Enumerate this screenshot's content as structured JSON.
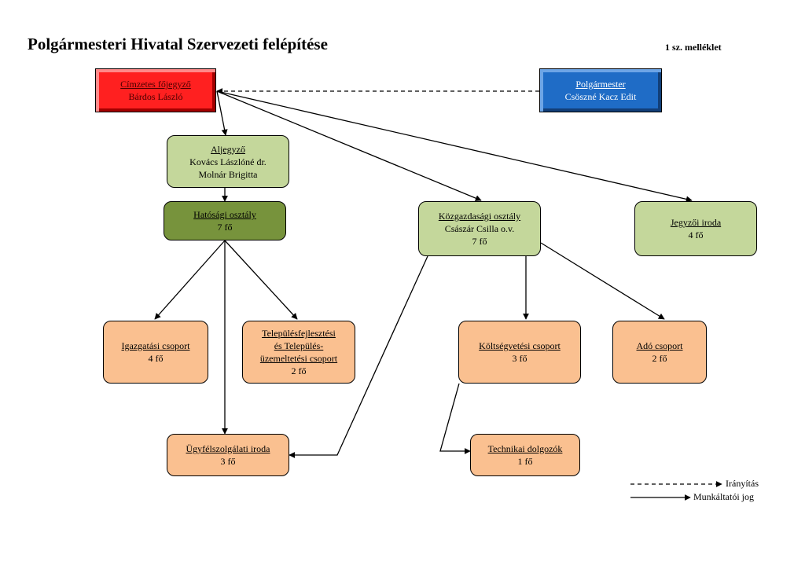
{
  "header": {
    "title": "Polgármesteri Hivatal Szervezeti felépítése",
    "annex": "1 sz. melléklet"
  },
  "colors": {
    "notary_fill": "#ff2020",
    "mayor_fill": "#1f6cc6",
    "green_fill": "#c4d79b",
    "dark_green_fill": "#77933c",
    "orange_fill": "#fac090"
  },
  "nodes": {
    "cimzetes_fojegyzo": {
      "title": "Címzetes főjegyző",
      "lines": [
        "Bárdos László"
      ]
    },
    "polgarmester": {
      "title": "Polgármester",
      "lines": [
        "Csöszné Kacz Edit"
      ]
    },
    "aljegyzo": {
      "title": "Aljegyző",
      "lines": [
        "Kovács Lászlóné dr.",
        "Molnár Brigitta"
      ]
    },
    "hatosagi_osztaly": {
      "title": "Hatósági osztály",
      "lines": [
        "7 fő"
      ]
    },
    "kozgazdasagi_osztaly": {
      "title": "Közgazdasági osztály",
      "lines": [
        "Császár Csilla o.v.",
        "7 fő"
      ]
    },
    "jegyzoi_iroda": {
      "title": "Jegyzői iroda",
      "lines": [
        "4 fő"
      ]
    },
    "igazgatasi_csoport": {
      "title": "Igazgatási csoport",
      "lines": [
        "4 fő"
      ]
    },
    "telepulesfejlesztesi_csoport": {
      "title_lines": [
        "Településfejlesztési",
        "és Település-",
        "üzemeltetési csoport"
      ],
      "lines": [
        "2 fő"
      ]
    },
    "koltsegvetesi_csoport": {
      "title": "Költségvetési csoport",
      "lines": [
        "3 fő"
      ]
    },
    "ado_csoport": {
      "title": "Adó csoport",
      "lines": [
        "2 fő"
      ]
    },
    "ugyfelszolgalati_iroda": {
      "title": "Ügyfélszolgálati iroda",
      "lines": [
        "3 fő"
      ]
    },
    "technikai_dolgozok": {
      "title": "Technikai dolgozók",
      "lines": [
        "1 fő"
      ]
    }
  },
  "edges": [
    {
      "from": "polgarmester",
      "to": "cimzetes_fojegyzo",
      "type": "dashed"
    },
    {
      "from": "cimzetes_fojegyzo",
      "to": "aljegyzo",
      "type": "solid"
    },
    {
      "from": "cimzetes_fojegyzo",
      "to": "kozgazdasagi_osztaly",
      "type": "solid"
    },
    {
      "from": "cimzetes_fojegyzo",
      "to": "jegyzoi_iroda",
      "type": "solid"
    },
    {
      "from": "aljegyzo",
      "to": "hatosagi_osztaly",
      "type": "solid"
    },
    {
      "from": "hatosagi_osztaly",
      "to": "igazgatasi_csoport",
      "type": "solid"
    },
    {
      "from": "hatosagi_osztaly",
      "to": "telepulesfejlesztesi_csoport",
      "type": "solid"
    },
    {
      "from": "hatosagi_osztaly",
      "to": "ugyfelszolgalati_iroda",
      "type": "solid"
    },
    {
      "from": "kozgazdasagi_osztaly",
      "to": "ugyfelszolgalati_iroda",
      "type": "solid"
    },
    {
      "from": "kozgazdasagi_osztaly",
      "to": "koltsegvetesi_csoport",
      "type": "solid"
    },
    {
      "from": "kozgazdasagi_osztaly",
      "to": "ado_csoport",
      "type": "solid"
    },
    {
      "from": "koltsegvetesi_csoport",
      "to": "technikai_dolgozok",
      "type": "solid"
    }
  ],
  "legend": {
    "dashed_label": "Irányítás",
    "solid_label": "Munkáltatói jog"
  }
}
